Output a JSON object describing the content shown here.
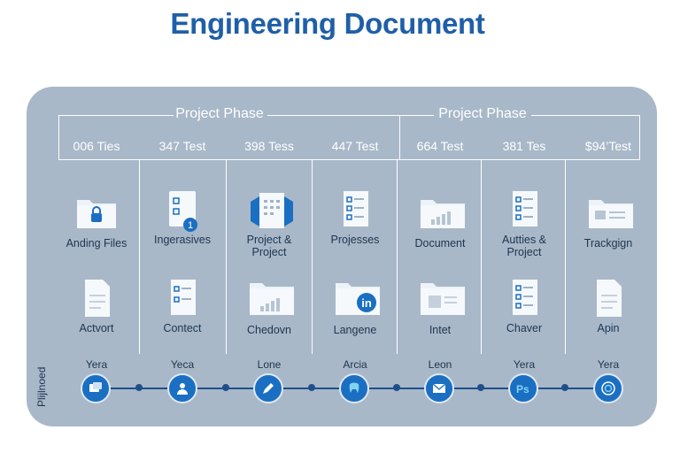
{
  "title": "Engineering Document",
  "phases": [
    {
      "label": "Project Phase"
    },
    {
      "label": "Project Phase"
    }
  ],
  "columns": [
    {
      "head": "006 Ties",
      "row1": "Anding Files",
      "row2": "Actvort",
      "timeline": "Yera",
      "row1_icon": "folder-lock-icon",
      "row2_icon": "document-icon",
      "timeline_icon": "chat-icon"
    },
    {
      "head": "347 Test",
      "row1": "Ingerasives",
      "row2": "Contect",
      "timeline": "Yeca",
      "row1_icon": "checklist-badge-icon",
      "row2_icon": "checklist-icon",
      "timeline_icon": "user-icon"
    },
    {
      "head": "398 Tess",
      "row1": "Project & Project",
      "row2": "Chedovn",
      "timeline": "Lone",
      "row1_icon": "calendar-doc-icon",
      "row2_icon": "chart-folder-icon",
      "timeline_icon": "pencil-icon"
    },
    {
      "head": "447 Test",
      "row1": "Projesses",
      "row2": "Langene",
      "timeline": "Arcia",
      "row1_icon": "checklist-icon",
      "row2_icon": "linkedin-folder-icon",
      "timeline_icon": "tooth-icon"
    },
    {
      "head": "664 Test",
      "row1": "Document",
      "row2": "Intet",
      "timeline": "Leon",
      "row1_icon": "chart-folder-icon",
      "row2_icon": "folder-icon",
      "timeline_icon": "mail-icon"
    },
    {
      "head": "381 Tes",
      "row1": "Autties & Project",
      "row2": "Chaver",
      "timeline": "Yera",
      "row1_icon": "checklist-icon",
      "row2_icon": "checklist-icon",
      "timeline_icon": "photoshop-icon"
    },
    {
      "head": "$94’Test",
      "row1": "Trackgign",
      "row2": "Apin",
      "timeline": "Yera",
      "row1_icon": "folder-image-icon",
      "row2_icon": "document-icon",
      "timeline_icon": "target-icon"
    }
  ],
  "side_label": "Plijlnoed",
  "colors": {
    "title": "#1f5fa8",
    "panel": "#a8b8c8",
    "accent": "#1a6fc2",
    "timeline": "#1f4f8a"
  }
}
